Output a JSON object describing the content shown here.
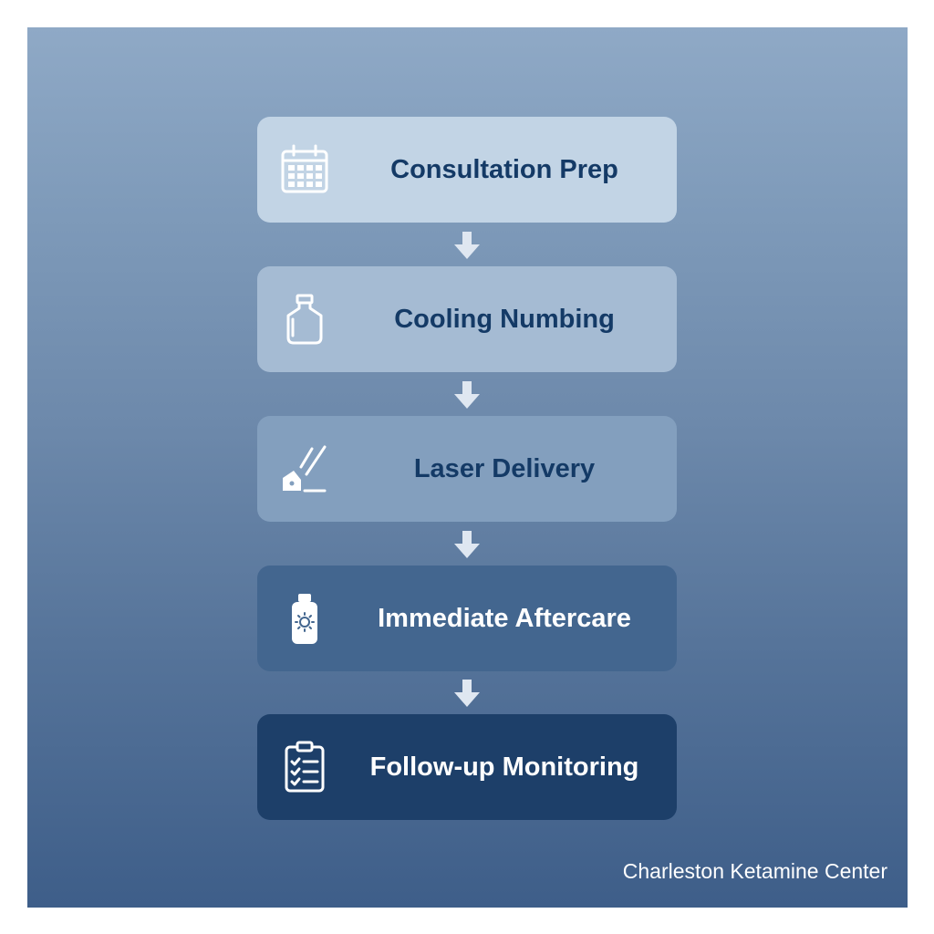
{
  "steps": [
    {
      "label": "Consultation Prep",
      "icon": "calendar-icon"
    },
    {
      "label": "Cooling Numbing",
      "icon": "ice-pack-icon"
    },
    {
      "label": "Laser Delivery",
      "icon": "laser-icon"
    },
    {
      "label": "Immediate Aftercare",
      "icon": "sunscreen-icon"
    },
    {
      "label": "Follow-up Monitoring",
      "icon": "clipboard-checklist-icon"
    }
  ],
  "footer": {
    "brand": "Charleston Ketamine Center"
  },
  "colors": {
    "step_1": "#c2d4e5",
    "step_2": "#a5bbd3",
    "step_3": "#839fbe",
    "step_4": "#43668f",
    "step_5": "#1d3f69",
    "dark_text": "#143a66",
    "light_text": "#ffffff"
  }
}
